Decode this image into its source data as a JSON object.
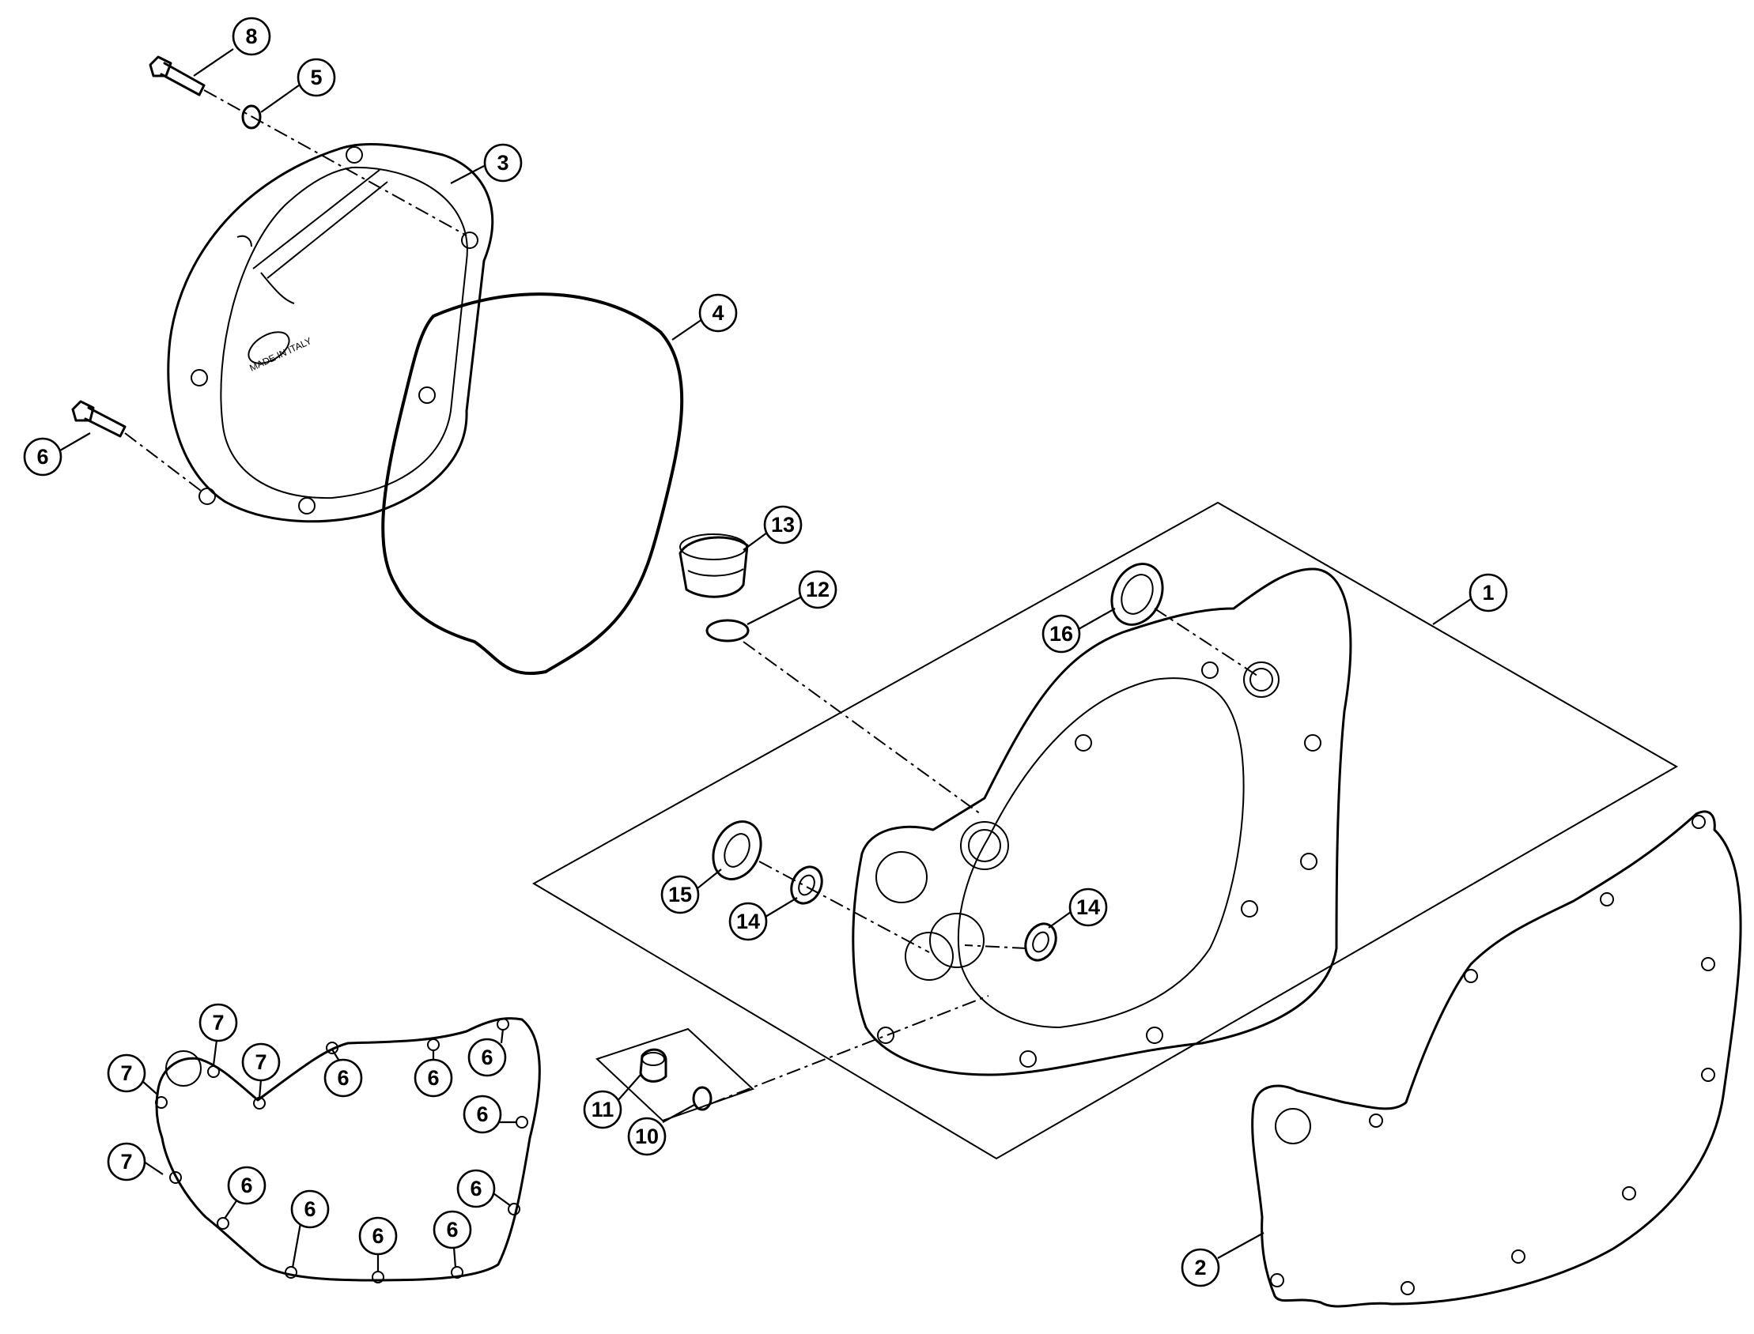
{
  "diagram": {
    "callouts": [
      "8",
      "5",
      "3",
      "4",
      "6",
      "13",
      "12",
      "1",
      "16",
      "15",
      "14",
      "14",
      "7",
      "7",
      "7",
      "7",
      "6",
      "6",
      "6",
      "6",
      "6",
      "6",
      "6",
      "6",
      "6",
      "11",
      "10",
      "2"
    ],
    "cover_markings": [
      "MADE IN ITALY"
    ]
  }
}
